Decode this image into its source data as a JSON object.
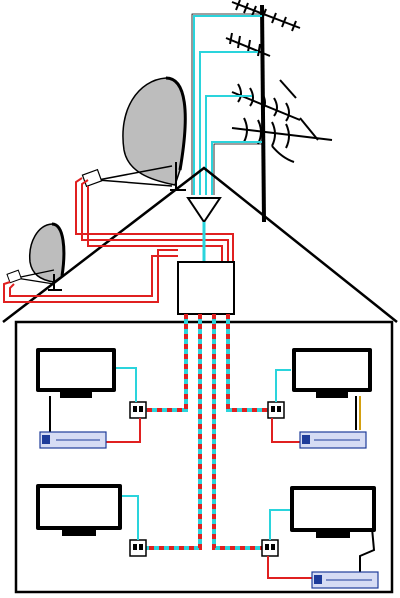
{
  "diagram": {
    "subject": "satellite-and-terrestrial-tv-distribution",
    "colors": {
      "coax_cyan": "#2ad4dc",
      "lnb_red": "#e02020",
      "outline": "#000000",
      "screen": "#ffffff",
      "dish": "#bdbdbd",
      "receiver": "#d6dcf4",
      "receiver_accent": "#1e3c9a"
    },
    "components": {
      "antenna_mast": "terrestrial-aerial",
      "amplifier": "masthead-amplifier-triangle",
      "multiswitch": "multiswitch-box",
      "dishes": [
        "large-satellite-dish",
        "small-satellite-dish"
      ],
      "televisions": [
        "tv-top-left",
        "tv-top-right",
        "tv-bottom-left",
        "tv-bottom-right"
      ],
      "wall_outlets": [
        "outlet-top-left",
        "outlet-top-right",
        "outlet-bottom-left",
        "outlet-bottom-right"
      ],
      "receivers": [
        "receiver-top-left",
        "receiver-top-right",
        "receiver-bottom-right"
      ]
    }
  }
}
